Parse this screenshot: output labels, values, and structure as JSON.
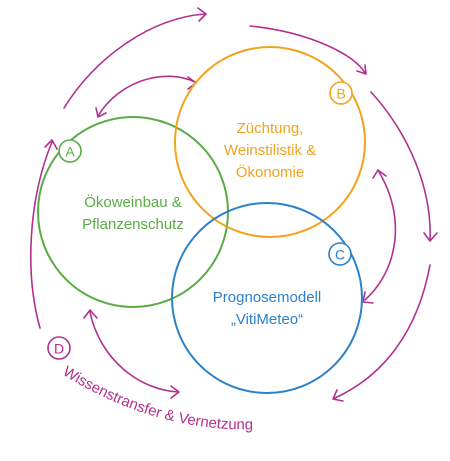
{
  "colors": {
    "a": "#5aab46",
    "b": "#f2a31b",
    "c": "#2b82c9",
    "d": "#b1308f",
    "background": "#ffffff"
  },
  "circles": {
    "a": {
      "badge": "A",
      "label_line1": "Ökoweinbau &",
      "label_line2": "Pflanzenschutz"
    },
    "b": {
      "badge": "B",
      "label_line1": "Züchtung,",
      "label_line2": "Weinstilistik &",
      "label_line3": "Ökonomie"
    },
    "c": {
      "badge": "C",
      "label_line1": "Prognosemodell",
      "label_line2": "„VitiMeteo“"
    }
  },
  "outer_ring": {
    "badge": "D",
    "caption": "Wissenstransfer & Vernetzung"
  }
}
